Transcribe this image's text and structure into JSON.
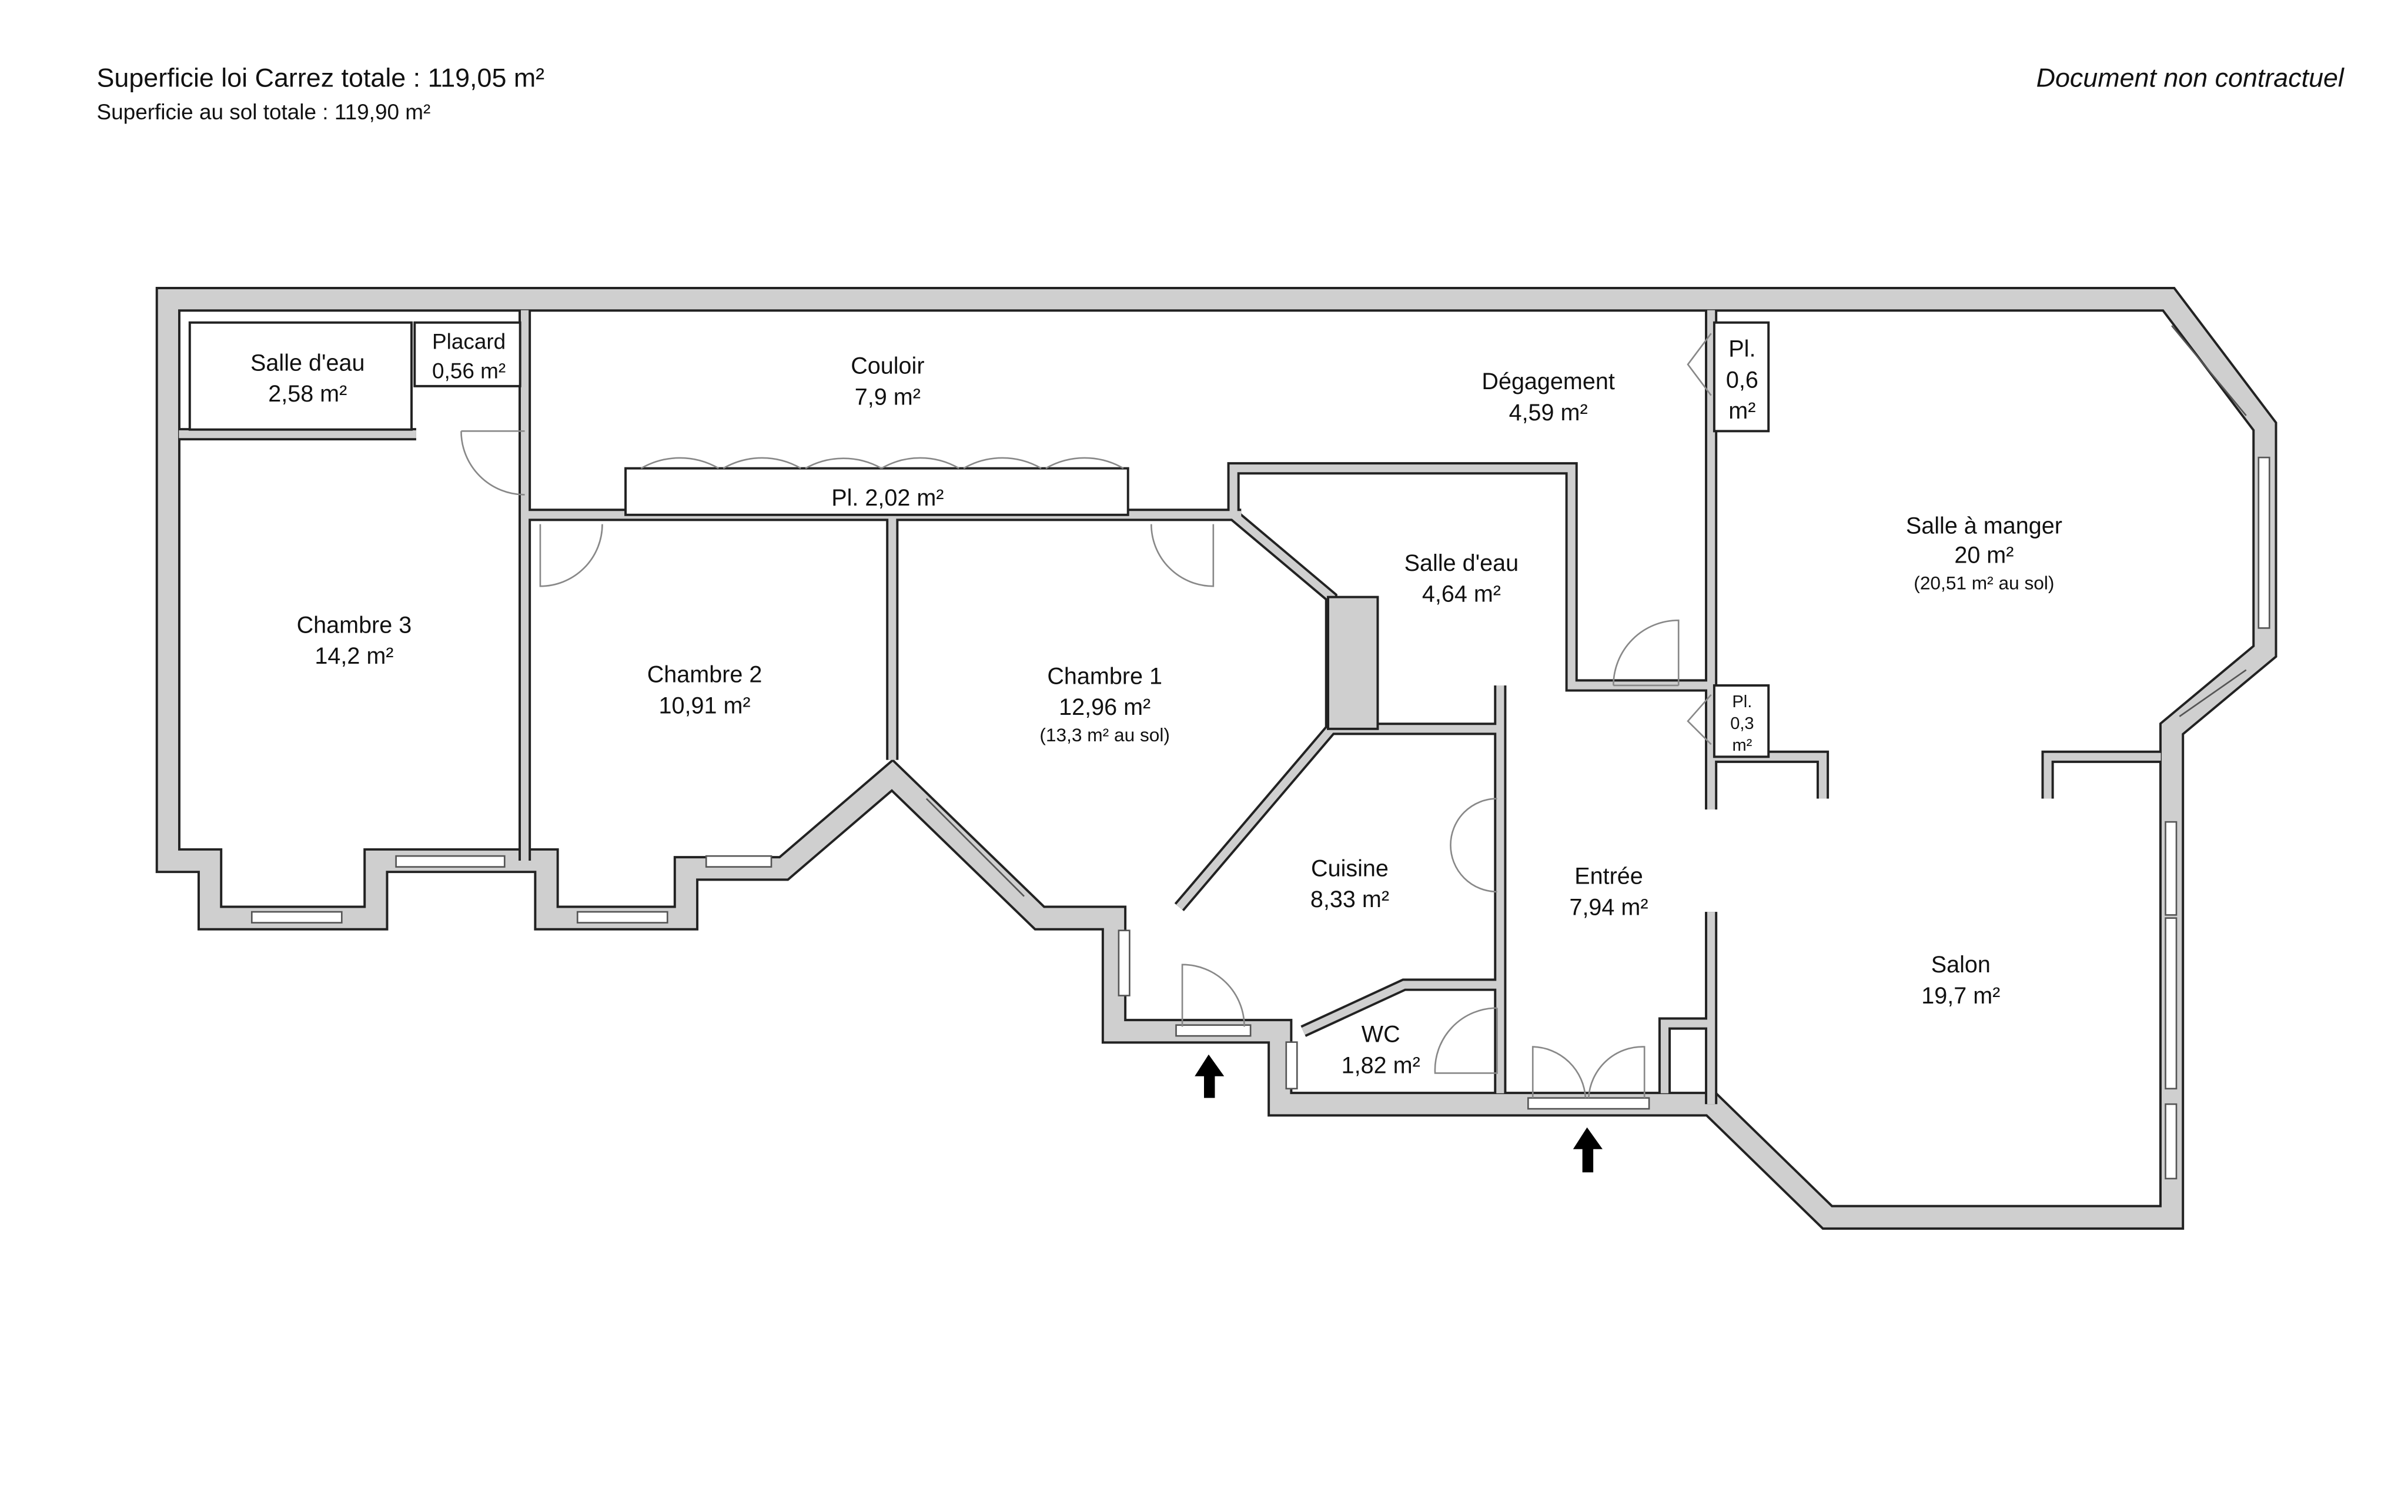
{
  "header": {
    "carrez_total": "Superficie loi Carrez totale :  119,05 m²",
    "sol_total": "Superficie au sol totale :  119,90 m²",
    "disclaimer": "Document non contractuel"
  },
  "rooms": {
    "salle_eau_1": {
      "name": "Salle d'eau",
      "area": "2,58 m²"
    },
    "placard": {
      "name": "Placard",
      "area": "0,56 m²"
    },
    "couloir": {
      "name": "Couloir",
      "area": "7,9 m²"
    },
    "placard_couloir": {
      "name": "Pl. 2,02 m²"
    },
    "degagement": {
      "name": "Dégagement",
      "area": "4,59 m²"
    },
    "pl_06": {
      "name": "Pl.",
      "area": "0,6",
      "unit": "m²"
    },
    "pl_03": {
      "name": "Pl.",
      "area": "0,3",
      "unit": "m²"
    },
    "salle_a_manger": {
      "name": "Salle à manger",
      "area": "20 m²",
      "sol": "(20,51 m² au sol)"
    },
    "chambre_3": {
      "name": "Chambre 3",
      "area": "14,2 m²"
    },
    "chambre_2": {
      "name": "Chambre 2",
      "area": "10,91 m²"
    },
    "chambre_1": {
      "name": "Chambre 1",
      "area": "12,96 m²",
      "sol": "(13,3 m² au sol)"
    },
    "salle_eau_2": {
      "name": "Salle d'eau",
      "area": "4,64 m²"
    },
    "cuisine": {
      "name": "Cuisine",
      "area": "8,33 m²"
    },
    "entree": {
      "name": "Entrée",
      "area": "7,94 m²"
    },
    "wc": {
      "name": "WC",
      "area": "1,82 m²"
    },
    "salon": {
      "name": "Salon",
      "area": "19,7 m²"
    }
  },
  "colors": {
    "wall": "#cfcfcf",
    "outline": "#222222"
  }
}
